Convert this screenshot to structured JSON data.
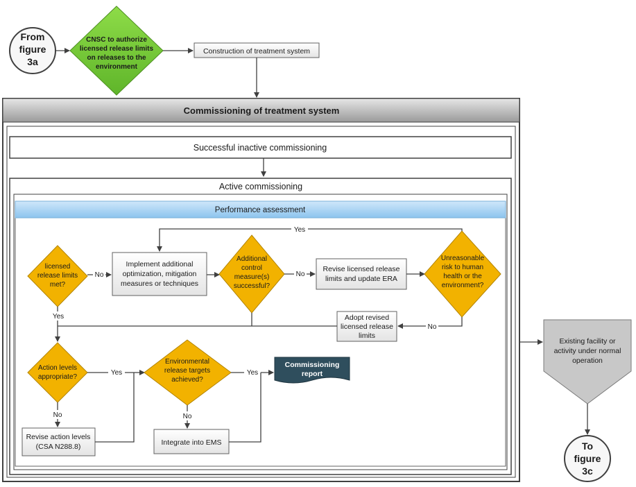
{
  "from_connector": {
    "line1": "From",
    "line2": "figure",
    "line3": "3a"
  },
  "to_connector": {
    "line1": "To",
    "line2": "figure",
    "line3": "3c"
  },
  "cnsc_decision": {
    "line1": "CNSC to authorize",
    "line2": "licensed release limits",
    "line3": "on releases to the",
    "line4": "environment"
  },
  "construction_box": "Construction of treatment system",
  "commissioning_header": "Commissioning of treatment system",
  "inactive_commissioning": "Successful inactive commissioning",
  "active_commissioning": "Active commissioning",
  "performance_assessment": "Performance assessment",
  "licensed_limits_decision": {
    "line1": "licensed",
    "line2": "release limits",
    "line3": "met?"
  },
  "implement_box": {
    "line1": "Implement additional",
    "line2": "optimization, mitigation",
    "line3": "measures or techniques"
  },
  "control_decision": {
    "line1": "Additional",
    "line2": "control",
    "line3": "measure(s)",
    "line4": "successful?"
  },
  "revise_limits_box": {
    "line1": "Revise licensed release",
    "line2": "limits and update ERA"
  },
  "risk_decision": {
    "line1": "Unreasonable",
    "line2": "risk to human",
    "line3": "health or the",
    "line4": "environment?"
  },
  "adopt_box": {
    "line1": "Adopt revised",
    "line2": "licensed release",
    "line3": "limits"
  },
  "action_decision": {
    "line1": "Action levels",
    "line2": "appropriate?"
  },
  "targets_decision": {
    "line1": "Environmental",
    "line2": "release targets",
    "line3": "achieved?"
  },
  "report_doc": {
    "line1": "Commissioning",
    "line2": "report"
  },
  "revise_action_box": {
    "line1": "Revise action levels",
    "line2": "(CSA N288.8)"
  },
  "integrate_box": "Integrate into EMS",
  "existing_facility": {
    "line1": "Existing facility or",
    "line2": "activity under normal",
    "line3": "operation"
  },
  "labels": {
    "yes": "Yes",
    "no": "No"
  },
  "colors": {
    "green": "#7dcd3c",
    "gold": "#f2b200",
    "gray_header": "#b9b9b9",
    "blue_header": "#a6d2f2",
    "dark_doc": "#2f4e5d",
    "pentagon": "#c8c8c8"
  }
}
